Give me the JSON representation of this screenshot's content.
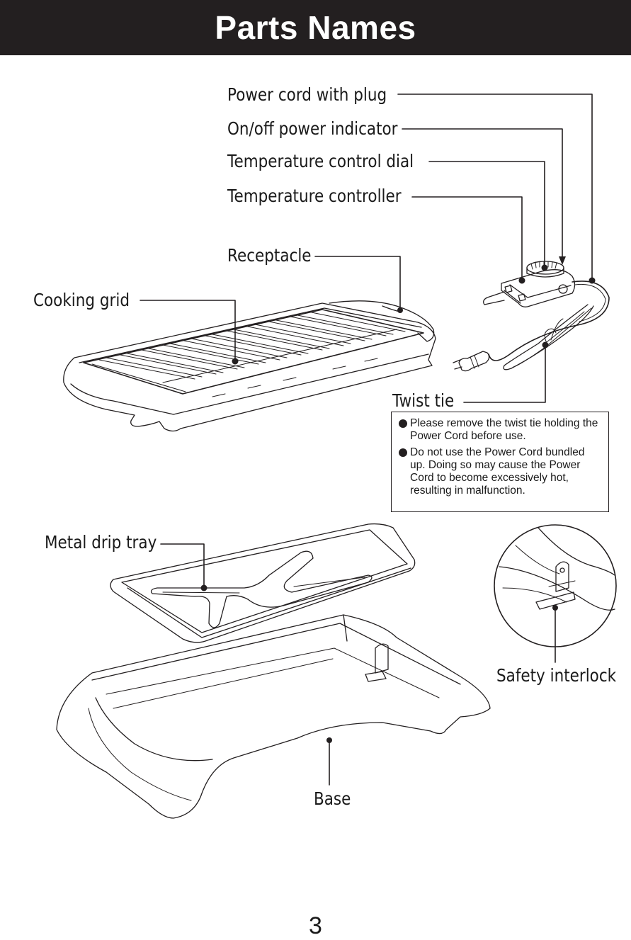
{
  "page": {
    "title": "Parts Names",
    "page_number": "3"
  },
  "labels": {
    "power_cord": "Power cord with plug",
    "power_indicator": "On/off power indicator",
    "temp_dial": "Temperature control dial",
    "temp_controller": "Temperature controller",
    "receptacle": "Receptacle",
    "cooking_grid": "Cooking grid",
    "twist_tie": "Twist tie",
    "metal_drip_tray": "Metal drip tray",
    "safety_interlock": "Safety interlock",
    "base": "Base"
  },
  "note": {
    "items": [
      "Please remove the twist tie holding the Power Cord before use.",
      "Do not use the Power Cord bundled up. Doing so may cause the Power Cord to become excessively hot, resulting in malfunction."
    ]
  },
  "colors": {
    "header_bg": "#231f20",
    "header_text": "#ffffff",
    "ink": "#231f20"
  }
}
